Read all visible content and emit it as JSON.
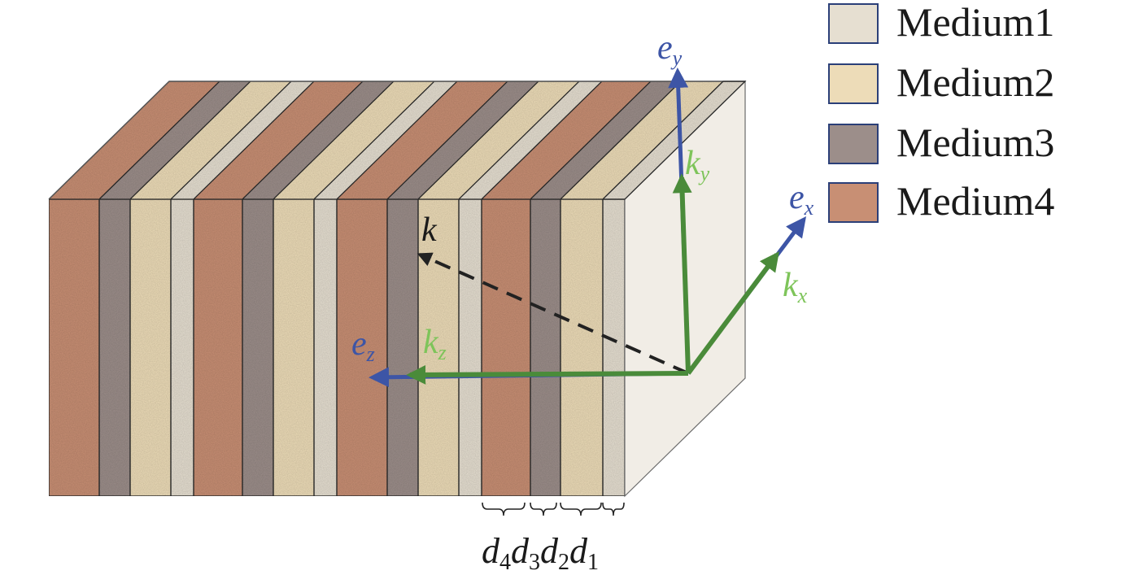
{
  "legend": [
    {
      "label": "Medium1",
      "color": "#e6dfd1"
    },
    {
      "label": "Medium2",
      "color": "#eddcb8"
    },
    {
      "label": "Medium3",
      "color": "#9c8e8a"
    },
    {
      "label": "Medium4",
      "color": "#c88f74"
    }
  ],
  "axes": {
    "ey": "e",
    "ey_sub": "y",
    "ex": "e",
    "ex_sub": "x",
    "ez": "e",
    "ez_sub": "z"
  },
  "wave": {
    "k": "k",
    "kx": "k",
    "kx_sub": "x",
    "ky": "k",
    "ky_sub": "y",
    "kz": "k",
    "kz_sub": "z"
  },
  "thickness": {
    "d4": "d",
    "d4_sub": "4",
    "d3": "d",
    "d3_sub": "3",
    "d2": "d",
    "d2_sub": "2",
    "d1": "d",
    "d1_sub": "1"
  },
  "colors": {
    "axis_blue": "#3d55a6",
    "vector_green": "#4a8b3a",
    "label_green": "#7ec45a",
    "medium4": "#c88f74",
    "medium3": "#9c8e8a",
    "medium2": "#eddcb8",
    "medium1": "#e6dfd1"
  }
}
